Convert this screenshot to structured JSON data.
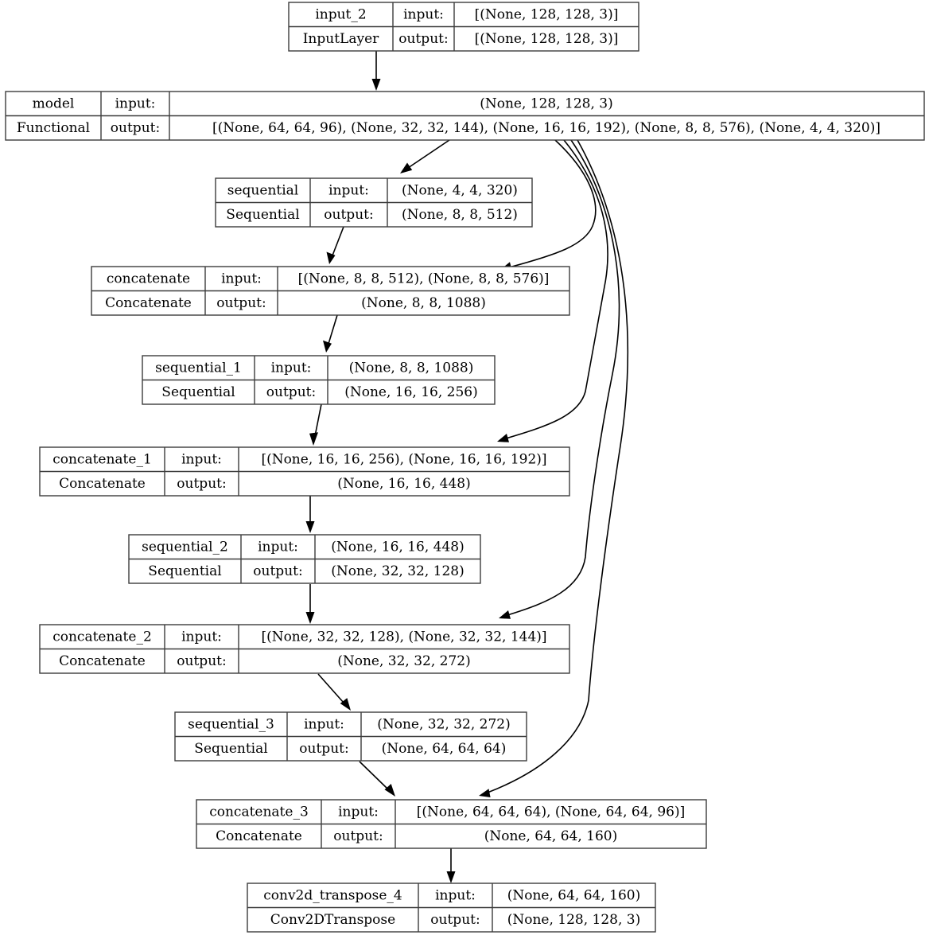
{
  "diagram": {
    "title": "Keras model architecture plot",
    "type": "neural-network-graph",
    "background_color": "#ffffff",
    "node_border_color": "#3c3c3c",
    "edge_color": "#000000",
    "labels": {
      "input_row": "input:",
      "output_row": "output:"
    },
    "nodes": [
      {
        "id": "input_2",
        "name": "input_2",
        "class_name": "InputLayer",
        "input_shape": "[(None, 128, 128, 3)]",
        "output_shape": "[(None, 128, 128, 3)]"
      },
      {
        "id": "model",
        "name": "model",
        "class_name": "Functional",
        "input_shape": "(None, 128, 128, 3)",
        "output_shape": "[(None, 64, 64, 96), (None, 32, 32, 144), (None, 16, 16, 192), (None, 8, 8, 576), (None, 4, 4, 320)]"
      },
      {
        "id": "sequential",
        "name": "sequential",
        "class_name": "Sequential",
        "input_shape": "(None, 4, 4, 320)",
        "output_shape": "(None, 8, 8, 512)"
      },
      {
        "id": "concatenate",
        "name": "concatenate",
        "class_name": "Concatenate",
        "input_shape": "[(None, 8, 8, 512), (None, 8, 8, 576)]",
        "output_shape": "(None, 8, 8, 1088)"
      },
      {
        "id": "sequential_1",
        "name": "sequential_1",
        "class_name": "Sequential",
        "input_shape": "(None, 8, 8, 1088)",
        "output_shape": "(None, 16, 16, 256)"
      },
      {
        "id": "concatenate_1",
        "name": "concatenate_1",
        "class_name": "Concatenate",
        "input_shape": "[(None, 16, 16, 256), (None, 16, 16, 192)]",
        "output_shape": "(None, 16, 16, 448)"
      },
      {
        "id": "sequential_2",
        "name": "sequential_2",
        "class_name": "Sequential",
        "input_shape": "(None, 16, 16, 448)",
        "output_shape": "(None, 32, 32, 128)"
      },
      {
        "id": "concatenate_2",
        "name": "concatenate_2",
        "class_name": "Concatenate",
        "input_shape": "[(None, 32, 32, 128), (None, 32, 32, 144)]",
        "output_shape": "(None, 32, 32, 272)"
      },
      {
        "id": "sequential_3",
        "name": "sequential_3",
        "class_name": "Sequential",
        "input_shape": "(None, 32, 32, 272)",
        "output_shape": "(None, 64, 64, 64)"
      },
      {
        "id": "concatenate_3",
        "name": "concatenate_3",
        "class_name": "Concatenate",
        "input_shape": "[(None, 64, 64, 64), (None, 64, 64, 96)]",
        "output_shape": "(None, 64, 64, 160)"
      },
      {
        "id": "conv2d_transpose_4",
        "name": "conv2d_transpose_4",
        "class_name": "Conv2DTranspose",
        "input_shape": "(None, 64, 64, 160)",
        "output_shape": "(None, 128, 128, 3)"
      }
    ],
    "edges": [
      {
        "from": "input_2",
        "to": "model"
      },
      {
        "from": "model",
        "to": "sequential"
      },
      {
        "from": "model",
        "to": "concatenate"
      },
      {
        "from": "sequential",
        "to": "concatenate"
      },
      {
        "from": "concatenate",
        "to": "sequential_1"
      },
      {
        "from": "sequential_1",
        "to": "concatenate_1"
      },
      {
        "from": "model",
        "to": "concatenate_1"
      },
      {
        "from": "concatenate_1",
        "to": "sequential_2"
      },
      {
        "from": "sequential_2",
        "to": "concatenate_2"
      },
      {
        "from": "model",
        "to": "concatenate_2"
      },
      {
        "from": "concatenate_2",
        "to": "sequential_3"
      },
      {
        "from": "sequential_3",
        "to": "concatenate_3"
      },
      {
        "from": "model",
        "to": "concatenate_3"
      },
      {
        "from": "concatenate_3",
        "to": "conv2d_transpose_4"
      }
    ]
  }
}
